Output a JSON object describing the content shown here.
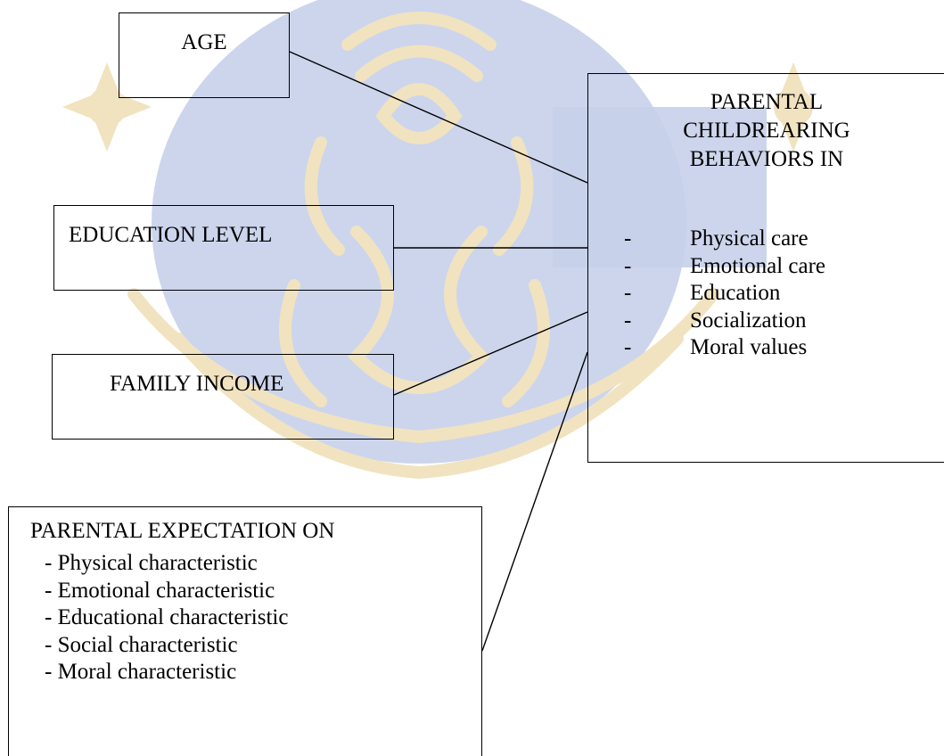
{
  "colors": {
    "line": "#000000",
    "watermark_blue": "#c7d0ea",
    "watermark_gold": "#f1e3c0"
  },
  "age_box": {
    "label": "AGE"
  },
  "education_box": {
    "label": "EDUCATION LEVEL"
  },
  "income_box": {
    "label": "FAMILY INCOME"
  },
  "outcome_box": {
    "title_lines": [
      "PARENTAL",
      "CHILDREARING",
      "BEHAVIORS IN"
    ],
    "items": [
      {
        "dash": "-",
        "text": "Physical care"
      },
      {
        "dash": "-",
        "text": "Emotional care"
      },
      {
        "dash": "-",
        "text": "Education"
      },
      {
        "dash": "-",
        "text": "Socialization"
      },
      {
        "dash": "-",
        "text": "Moral values"
      }
    ]
  },
  "expectation_box": {
    "title": "PARENTAL EXPECTATION ON",
    "items": [
      "- Physical characteristic",
      "- Emotional characteristic",
      "- Educational characteristic",
      "- Social characteristic",
      "- Moral characteristic"
    ]
  },
  "watermark": {
    "icon": "university-crest-watermark"
  }
}
